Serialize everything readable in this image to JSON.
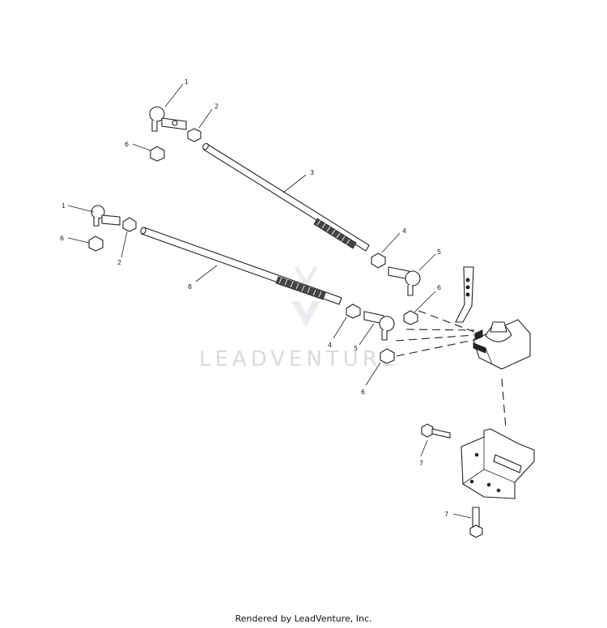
{
  "diagram": {
    "callouts": [
      "1",
      "2",
      "6",
      "3",
      "1",
      "6",
      "2",
      "4",
      "5",
      "8",
      "6",
      "4",
      "5",
      "6",
      "7",
      "7"
    ],
    "watermark": "LEADVENTURE",
    "footer": "Rendered by LeadVenture, Inc."
  }
}
